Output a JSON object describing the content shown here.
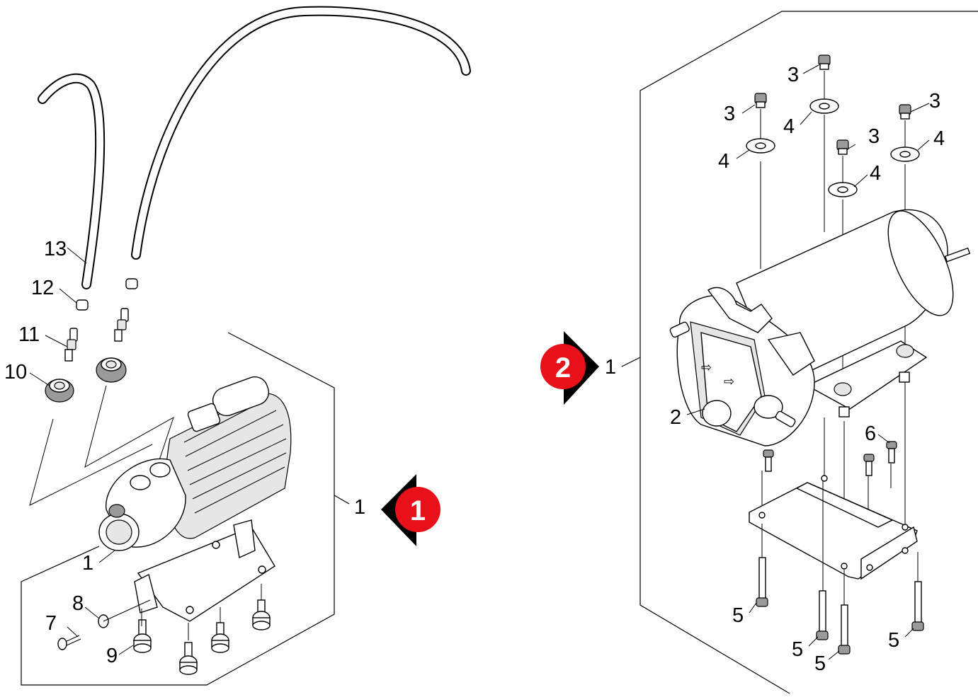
{
  "diagram": {
    "view1": {
      "badge": "1",
      "labels": {
        "p1a": "1",
        "p1b": "1",
        "p7": "7",
        "p8": "8",
        "p9": "9",
        "p10": "10",
        "p11": "11",
        "p12": "12",
        "p13": "13"
      }
    },
    "view2": {
      "badge": "2",
      "labels": {
        "p1": "1",
        "p2": "2",
        "p3a": "3",
        "p3b": "3",
        "p3c": "3",
        "p3d": "3",
        "p4a": "4",
        "p4b": "4",
        "p4c": "4",
        "p4d": "4",
        "p5a": "5",
        "p5b": "5",
        "p5c": "5",
        "p5d": "5",
        "p6": "6"
      }
    },
    "colors": {
      "badge": "#e8101b",
      "badge_arrow": "#000000",
      "line": "#000000"
    }
  }
}
